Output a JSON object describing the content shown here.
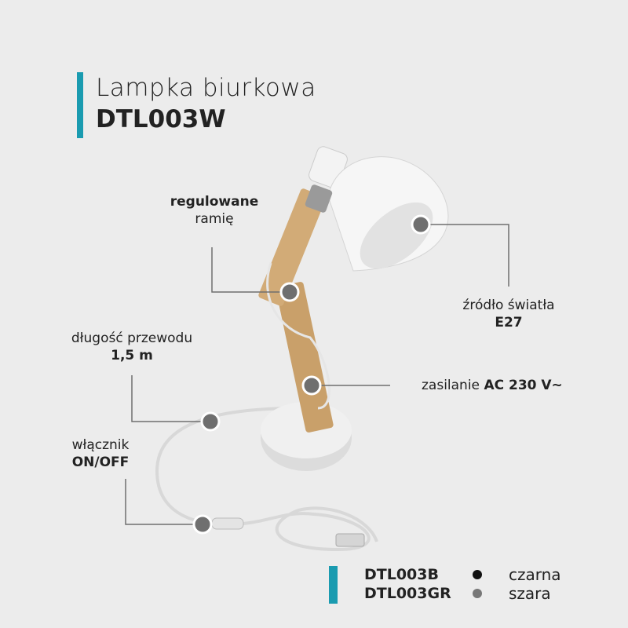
{
  "title": {
    "line1": "Lampka biurkowa",
    "line2": "DTL003W"
  },
  "callouts": {
    "arm": {
      "bold": "regulowane",
      "text": "ramię"
    },
    "light": {
      "text": "źródło światła",
      "bold": "E27"
    },
    "cable": {
      "text": "długość przewodu",
      "bold": "1,5 m"
    },
    "power": {
      "text": "zasilanie",
      "bold": "AC 230 V~"
    },
    "switch": {
      "text": "włącznik",
      "bold": "ON/OFF"
    }
  },
  "variants": [
    {
      "code": "DTL003B",
      "color_name": "czarna",
      "swatch": "#111111"
    },
    {
      "code": "DTL003GR",
      "color_name": "szara",
      "swatch": "#777777"
    }
  ],
  "colors": {
    "accent": "#1a9bb0",
    "background": "#ececec",
    "line": "#6f6f6f"
  }
}
